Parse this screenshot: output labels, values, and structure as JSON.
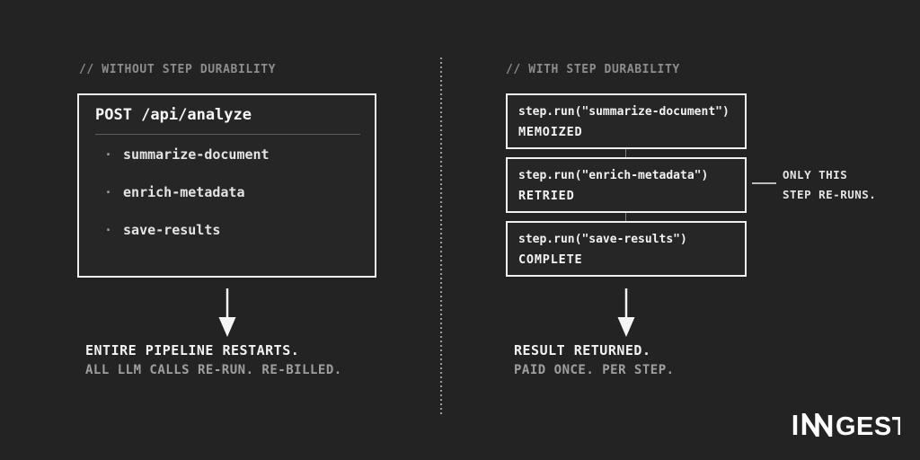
{
  "colors": {
    "background": "#232323",
    "text_primary": "#f2f2f2",
    "text_secondary": "#9f9f9f",
    "comment_gray": "#8d8d8d",
    "box_border": "#efefef"
  },
  "left_panel": {
    "header": "// WITHOUT STEP DURABILITY",
    "request_box": {
      "title": "POST /api/analyze",
      "bullet_glyph": "·",
      "steps": [
        "summarize-document",
        "enrich-metadata",
        "save-results"
      ]
    },
    "result_line1": "ENTIRE PIPELINE RESTARTS.",
    "result_line2": "ALL LLM CALLS RE-RUN. RE-BILLED."
  },
  "right_panel": {
    "header": "// WITH STEP DURABILITY",
    "step_boxes": [
      {
        "code": "step.run(\"summarize-document\")",
        "status": "MEMOIZED"
      },
      {
        "code": "step.run(\"enrich-metadata\")",
        "status": "RETRIED"
      },
      {
        "code": "step.run(\"save-results\")",
        "status": "COMPLETE"
      }
    ],
    "callout": {
      "line1": "ONLY THIS",
      "line2": "STEP RE-RUNS."
    },
    "result_line1": "RESULT RETURNED.",
    "result_line2": "PAID ONCE. PER STEP."
  },
  "brand": {
    "logo_text": "INNGEST",
    "logo_tail": "GEST"
  }
}
